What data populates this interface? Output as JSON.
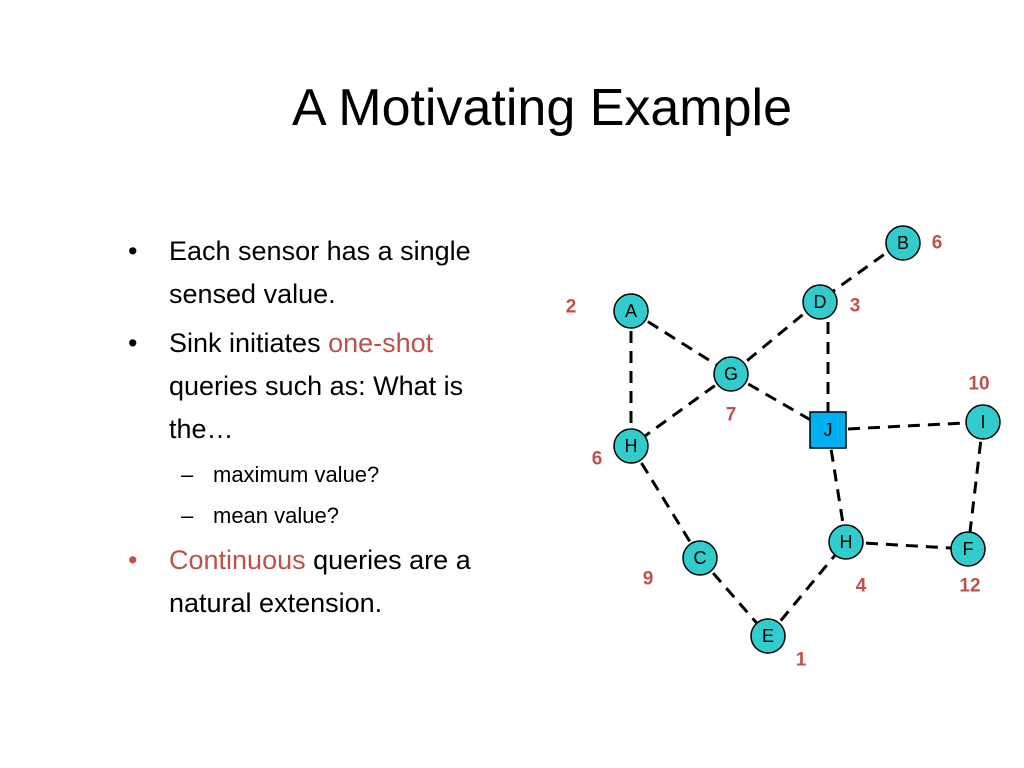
{
  "slide": {
    "title": "A Motivating Example"
  },
  "bullets": {
    "marker": "•",
    "dash": "–",
    "item1": "Each sensor has a single sensed value.",
    "item2_prefix": "Sink initiates ",
    "item2_accent": "one-shot",
    "item2_suffix": " queries such as:   What is the…",
    "sub1": "maximum value?",
    "sub2": "mean value?",
    "item3_accent": "Continuous",
    "item3_suffix": " queries are a natural extension."
  },
  "diagram": {
    "nodes": {
      "A": "A",
      "B": "B",
      "D": "D",
      "G": "G",
      "H_top": "H",
      "J": "J",
      "I": "I",
      "C": "C",
      "E": "E",
      "H_bottom": "H",
      "F": "F"
    },
    "values": {
      "A": "2",
      "B": "6",
      "D": "3",
      "G": "7",
      "H_top": "6",
      "I": "10",
      "C": "9",
      "E": "1",
      "H_bottom": "4",
      "F": "12"
    },
    "colors": {
      "node_fill": "#33cccc",
      "sink_fill": "#00b0f0",
      "value_text": "#c0504d"
    }
  }
}
